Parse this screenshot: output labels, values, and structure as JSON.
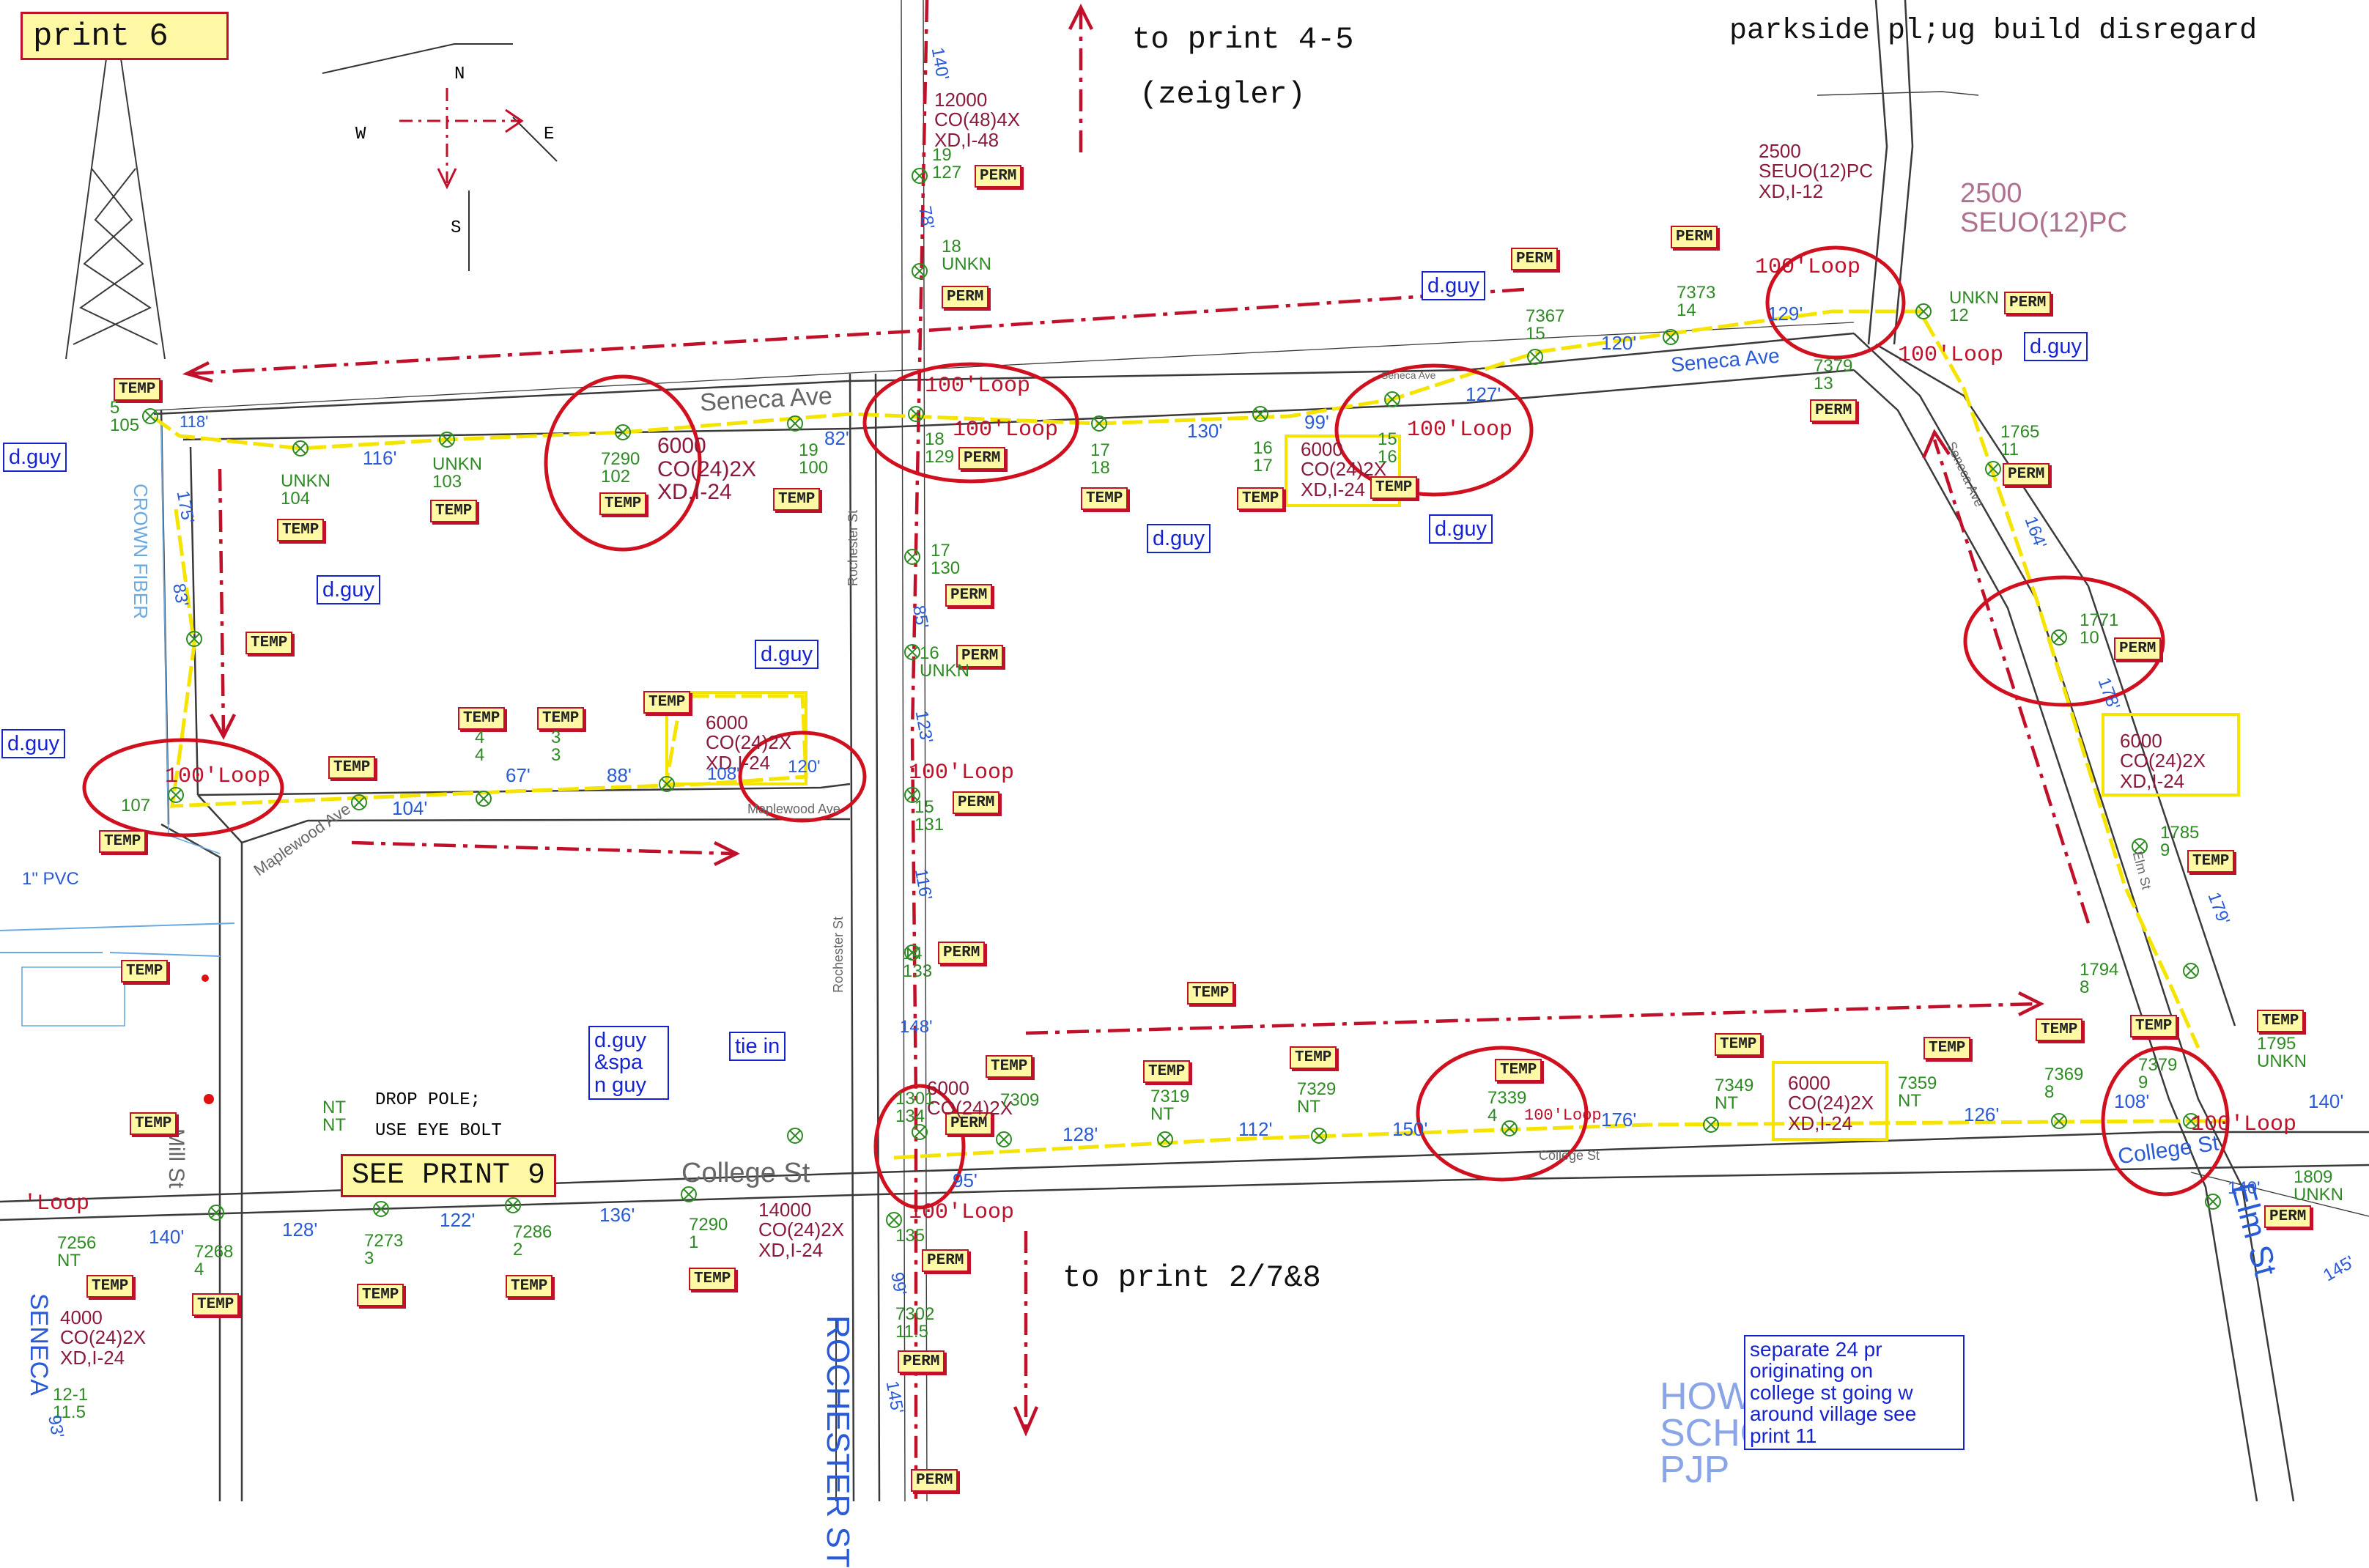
{
  "sheet": {
    "print_label": "print 6",
    "header_note": "parkside pl;ug build disregard",
    "to_print_top": "to print 4-5",
    "to_print_top_sub": "(zeigler)",
    "to_print_bottom": "to print 2/7&8",
    "see_print": "SEE PRINT 9"
  },
  "compass": {
    "n": "N",
    "s": "S",
    "e": "E",
    "w": "W"
  },
  "streets": {
    "seneca_left": "Seneca Ave",
    "seneca_right": "Seneca Ave",
    "seneca_small": "Seneca Ave",
    "maplewood": "Maplewood Ave",
    "maplewood_small": "Maplewood Ave",
    "rochester_1": "Rochester St",
    "rochester_2": "Rochester St",
    "rochester_big": "ROCHESTER ST",
    "college": "College St",
    "college_small": "College St",
    "college_right": "College St",
    "mill": "Mill St",
    "elm": "Elm St",
    "elm_big": "Elm St",
    "seneca_diag": "Seneca Ave",
    "seneca_big_left": "SENECA",
    "crown_fiber": "CROWN FIBER",
    "hs1": "HOW",
    "hs2": "SCHO",
    "hs3": "PJP"
  },
  "callouts": {
    "dguy_1": "d.guy",
    "dguy_2": "d.guy",
    "dguy_3": "d.guy",
    "dguy_4": "d.guy",
    "dguy_5": "d.guy",
    "dguy_6": "d.guy",
    "dguy_7": "d.guy",
    "dguy_8": "d.guy",
    "dguy_spa_1": "d.guy",
    "dguy_spa_2": "&spa",
    "dguy_spa_3": "n guy",
    "tie_in": "tie in",
    "separate_1": "separate 24 pr",
    "separate_2": "originating on",
    "separate_3": "college st going w",
    "separate_4": "around village see",
    "separate_5": "print 11"
  },
  "notes": {
    "drop_pole": "DROP POLE;",
    "eye_bolt": "USE EYE BOLT",
    "pvc": "1\" PVC"
  },
  "tags": {
    "temp": "TEMP",
    "perm": "PERM"
  },
  "cables": {
    "c12000_1": "12000",
    "c12000_2": "CO(48)4X",
    "c12000_3": "XD,I-48",
    "c2500_1": "2500",
    "c2500_2": "SEUO(12)PC",
    "c2500_3": "XD,I-12",
    "c2500big_1": "2500",
    "c2500big_2": "SEUO(12)PC",
    "c6000_1": "6000",
    "c6000_2": "CO(24)2X",
    "c6000_3": "XD,I-24",
    "c14000_1": "14000",
    "c14000_2": "CO(24)2X",
    "c14000_3": "XD,I-24",
    "c4000_1": "4000",
    "c4000_2": "CO(24)2X",
    "c4000_3": "XD,I-24"
  },
  "loops": {
    "loop": "100'Loop",
    "loop_short": "100'Loop",
    "loop_left": "'Loop"
  },
  "poles": {
    "p105a": "5",
    "p105b": "105",
    "p104a": "UNKN",
    "p104b": "104",
    "p103a": "UNKN",
    "p103b": "103",
    "p7290a": "7290",
    "p7290b": "102",
    "p19a": "19",
    "p19b": "100",
    "p18a": "18",
    "p18b": "129",
    "p17a": "17",
    "p17b": "18",
    "p16a": "16",
    "p16b": "17",
    "p15a": "15",
    "p15b": "16",
    "p14a": "7373",
    "p14b": "14",
    "p7367a": "7367",
    "p7367b": "15",
    "p7379a": "7379",
    "p7379b": "13",
    "p12a": "UNKN",
    "p12b": "12",
    "p1765a": "1765",
    "p1765b": "11",
    "p1771a": "1771",
    "p1771b": "10",
    "p1785a": "1785",
    "p1785b": "9",
    "p1794a": "1794",
    "p1794b": "8",
    "p1795a": "1795",
    "p1795b": "UNKN",
    "p1809a": "1809",
    "p1809b": "UNKN",
    "p7369a": "7369",
    "p7369b": "8",
    "p7379ba": "7379",
    "p7379bb": "9",
    "p7359a": "7359",
    "p7359b": "NT",
    "p7349a": "7349",
    "p7349b": "NT",
    "p7339a": "7339",
    "p7339b": "4",
    "p7329a": "7329",
    "p7329b": "NT",
    "p7319a": "7319",
    "p7319b": "NT",
    "p7309a": "7309",
    "p1301a": "1301",
    "p1301b": "134",
    "p135": "135",
    "p7302a": "7302",
    "p7302b": "11.5",
    "p7290ba": "7290",
    "p7290bb": "1",
    "p7286a": "7286",
    "p7286b": "2",
    "p7273a": "7273",
    "p7273b": "3",
    "p7268a": "7268",
    "p7268b": "4",
    "p7256a": "7256",
    "p7256b": "NT",
    "p12_1a": "12-1",
    "p12_1b": "11.5",
    "pNTa": "NT",
    "pNTb": "NT",
    "p15_131a": "15",
    "p15_131b": "131",
    "p16u_a": "16",
    "p16u_b": "UNKN",
    "p17_130a": "17",
    "p17_130b": "130",
    "p18u_a": "18",
    "p18u_b": "UNKN",
    "p19_127a": "19",
    "p19_127b": "127",
    "p14_133a": "14",
    "p14_133b": "133",
    "p4a": "4",
    "p4b": "4",
    "p3a": "3",
    "p3b": "3",
    "p107": "107"
  },
  "spans": [
    "118'",
    "116'",
    "82'",
    "99'",
    "130'",
    "120'",
    "127'",
    "129'",
    "164'",
    "178'",
    "179'",
    "145'",
    "140'",
    "108'",
    "126'",
    "176'",
    "150'",
    "112'",
    "128'",
    "95'",
    "136'",
    "122'",
    "128'",
    "140'",
    "67'",
    "88'",
    "104'",
    "108'",
    "120'",
    "123'",
    "116'",
    "148'",
    "85'",
    "78'",
    "140'",
    "99'",
    "145'",
    "140'",
    "93'",
    "175'",
    "83'"
  ],
  "colors": {
    "red": "#c0102a",
    "yellow": "#f5e400",
    "blue": "#1524d0",
    "green": "#2e8b23",
    "maroon": "#8b1a3a",
    "road": "#3a3a3a"
  }
}
